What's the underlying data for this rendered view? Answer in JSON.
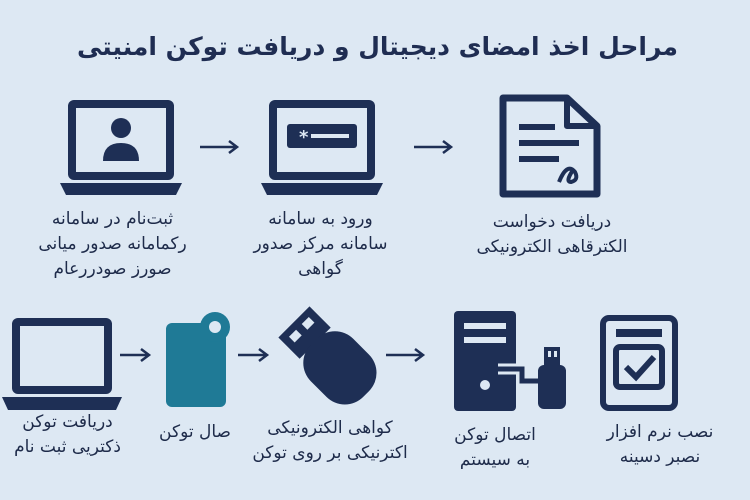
{
  "title": "مراحل اخذ امضای دیجیتال و دریافت توکن امنیتی",
  "colors": {
    "background": "#dde8f3",
    "icon_dark": "#1e2f55",
    "token_teal": "#1f7a96"
  },
  "steps": [
    {
      "icon": "laptop-user-icon",
      "caption": [
        "ثبت‌نام در سامانه",
        "رکمامانه صدور میانی",
        "صورز صودررعام"
      ]
    },
    {
      "icon": "laptop-password-icon",
      "caption": [
        "ورود به سامانه",
        "سامانه مرکز صدور",
        "گواهی"
      ]
    },
    {
      "icon": "certificate-document-icon",
      "caption": [
        "دریافت دخواست",
        "الکترقاهی الکترونیکی"
      ]
    },
    {
      "icon": "laptop-icon",
      "caption": [
        "دریافت توکن",
        "ذکتریی ثبت نام"
      ]
    },
    {
      "icon": "token-icon",
      "caption": [
        "صال توکن"
      ]
    },
    {
      "icon": "usb-token-icon",
      "caption": [
        "کواهی الکترونیکی",
        "اکترنیکی بر روی توکن"
      ]
    },
    {
      "icon": "computer-usb-icon",
      "caption": [
        "اتصال توکن",
        "به سیستم"
      ]
    },
    {
      "icon": "software-install-icon",
      "caption": [
        "نصب نرم افزار",
        "نصبر دسینه"
      ]
    }
  ]
}
